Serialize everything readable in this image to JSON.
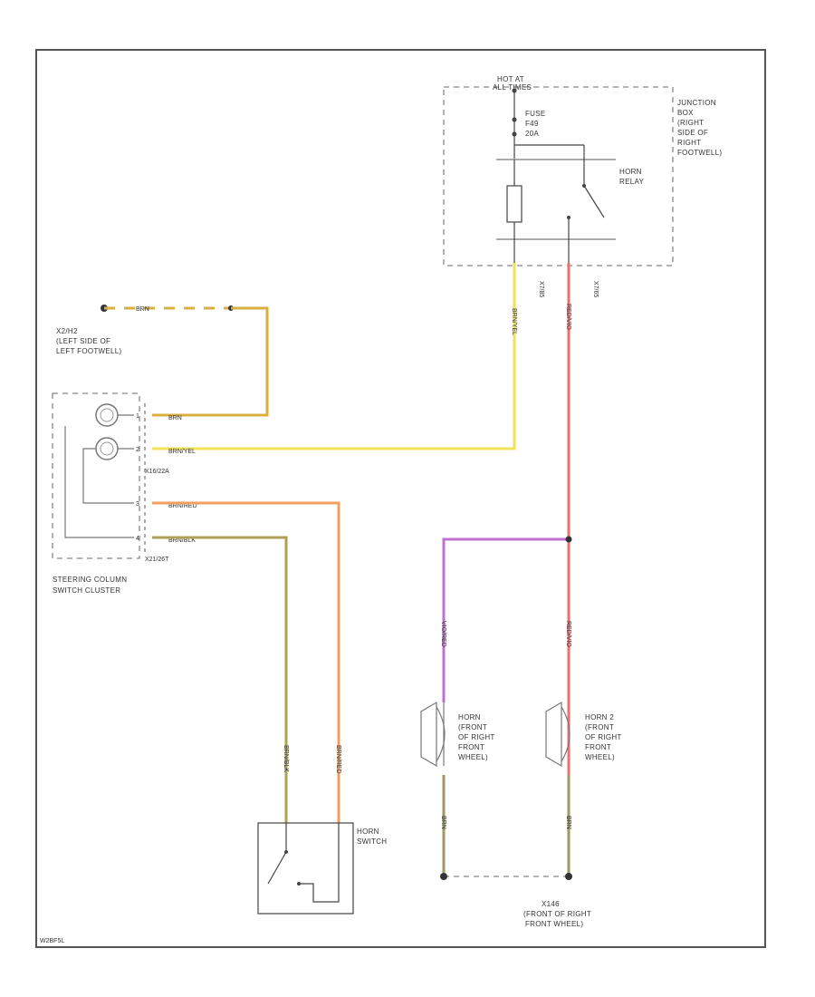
{
  "figure_code": "W2BF5L",
  "colors": {
    "yellow": "#f2e25a",
    "red": "#f07070",
    "orange": "#f0a060",
    "olive": "#b0a055",
    "violet": "#c070d0",
    "brown_yellow": "#d8b040",
    "ground": "#9e9a62"
  },
  "junction_box": {
    "hot_label": [
      "HOT AT",
      "ALL TIMES"
    ],
    "title": [
      "JUNCTION",
      "BOX",
      "(RIGHT",
      "SIDE OF",
      "RIGHT",
      "FOOTWELL)"
    ],
    "fuse": [
      "FUSE",
      "F49",
      "20A"
    ],
    "relay": [
      "HORN",
      "RELAY"
    ],
    "pin_left": "X7/85",
    "pin_right": "X7/65"
  },
  "ground_left": {
    "label": [
      "X2/H2",
      "(LEFT SIDE OF",
      "LEFT FOOTWELL)"
    ],
    "wire": "BRN"
  },
  "switch_cluster": {
    "label": [
      "STEERING COLUMN",
      "SWITCH CLUSTER"
    ],
    "conn_upper": "X16/22A",
    "conn_lower": "X21/26T",
    "pin1": "1",
    "pin2": "2",
    "pin3": "3",
    "pin4": "4",
    "wires": [
      "BRN",
      "BRN/YEL",
      "BRN/RED",
      "BRN/BLK"
    ]
  },
  "horn_switch": {
    "label": [
      "HORN",
      "SWITCH"
    ],
    "wire_left": "BRN/BLK",
    "wire_right": "BRN/RED"
  },
  "horns": {
    "horn1": [
      "HORN",
      "(FRONT",
      "OF RIGHT",
      "FRONT",
      "WHEEL)"
    ],
    "horn2": [
      "HORN 2",
      "(FRONT",
      "OF RIGHT",
      "FRONT",
      "WHEEL)"
    ],
    "wire_violet": "VIO/RED",
    "wire_red": "RED/VIO",
    "wire_ground_1": "BRN",
    "wire_ground_2": "BRN"
  },
  "relay_wires": {
    "yellow": "BRN/YEL",
    "red": "RED/VIO"
  },
  "ground_right": {
    "label": [
      "X146",
      "(FRONT OF RIGHT",
      "FRONT WHEEL)"
    ]
  }
}
